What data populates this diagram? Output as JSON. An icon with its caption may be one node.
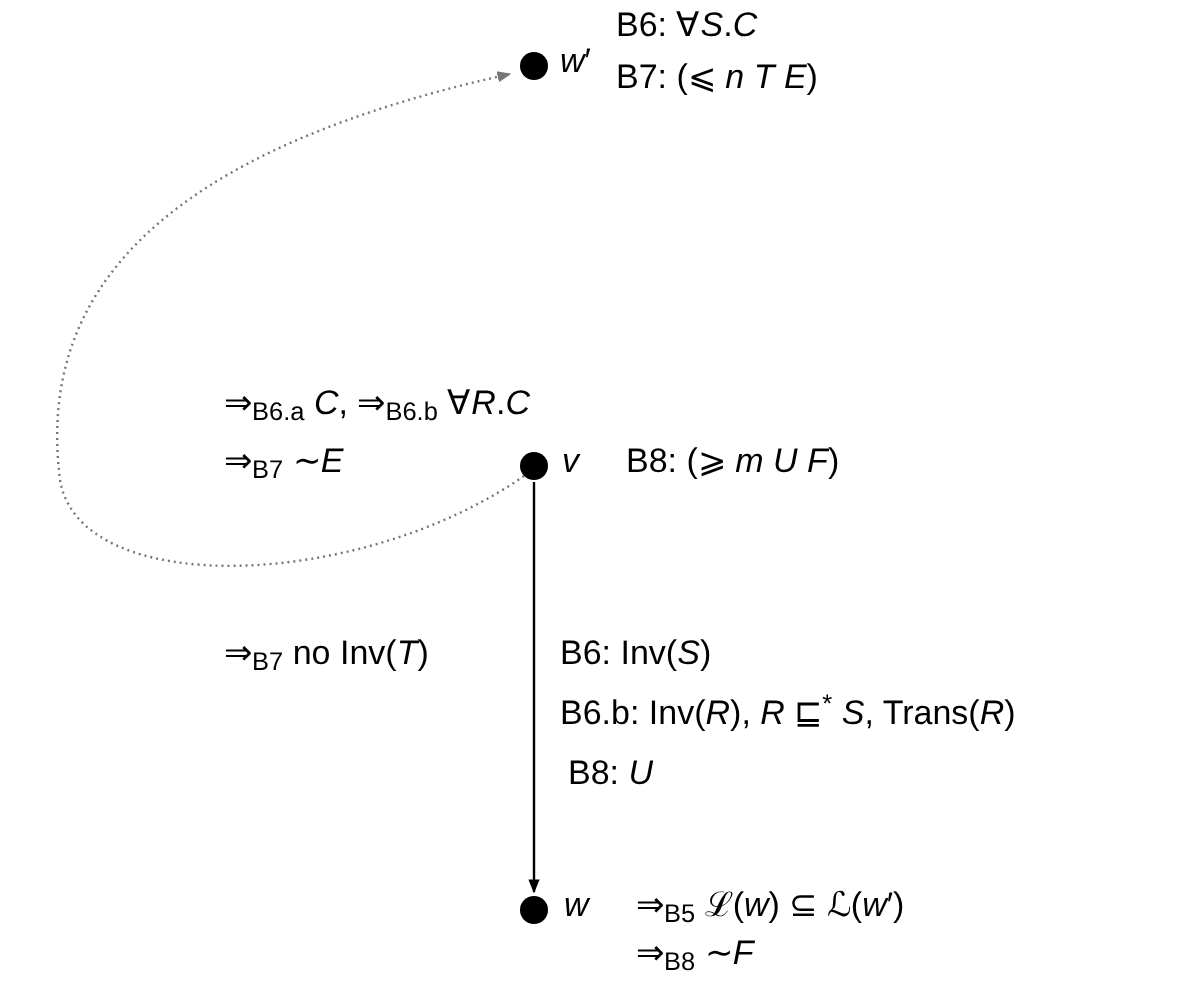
{
  "diagram": {
    "nodes": [
      {
        "text": [],
        "shape": "circle",
        "beside": [
          "*w*′",
          "B6: ∀*S*.*C*",
          "B7: (⩽ *n* *T* *E*)"
        ]
      },
      {
        "text": [],
        "shape": "circle",
        "beside": [
          "⇒$_{B6.a}$ *C*, ⇒$_{B6.b}$ ∀*R*.*C*",
          "⇒$_{B7}$ ∼*E*",
          "*v*",
          "B8: (⩾ *m* *U* *F*)"
        ]
      },
      {
        "text": [],
        "shape": "circle",
        "beside": [
          "*w*",
          "⇒$_{B5}$ ℒ(*w*) ⊆ ℒ(*w*′)",
          "⇒$_{B8}$ ∼*F*"
        ]
      }
    ],
    "edges": [
      {
        "from": 1,
        "to": 2,
        "arrow": "to",
        "label": "⇒$_{B7}$ no Inv(*T*)"
      },
      {
        "from": 1,
        "to": 0,
        "arrow": "to",
        "style": "dashed",
        "color": "#777777"
      }
    ],
    "labels": [
      "B6: Inv(*S*)",
      "B6.b: Inv(*R*), *R* ⊑$^{*}$ *S*, Trans(*R*)",
      "B8: *U*"
    ]
  }
}
